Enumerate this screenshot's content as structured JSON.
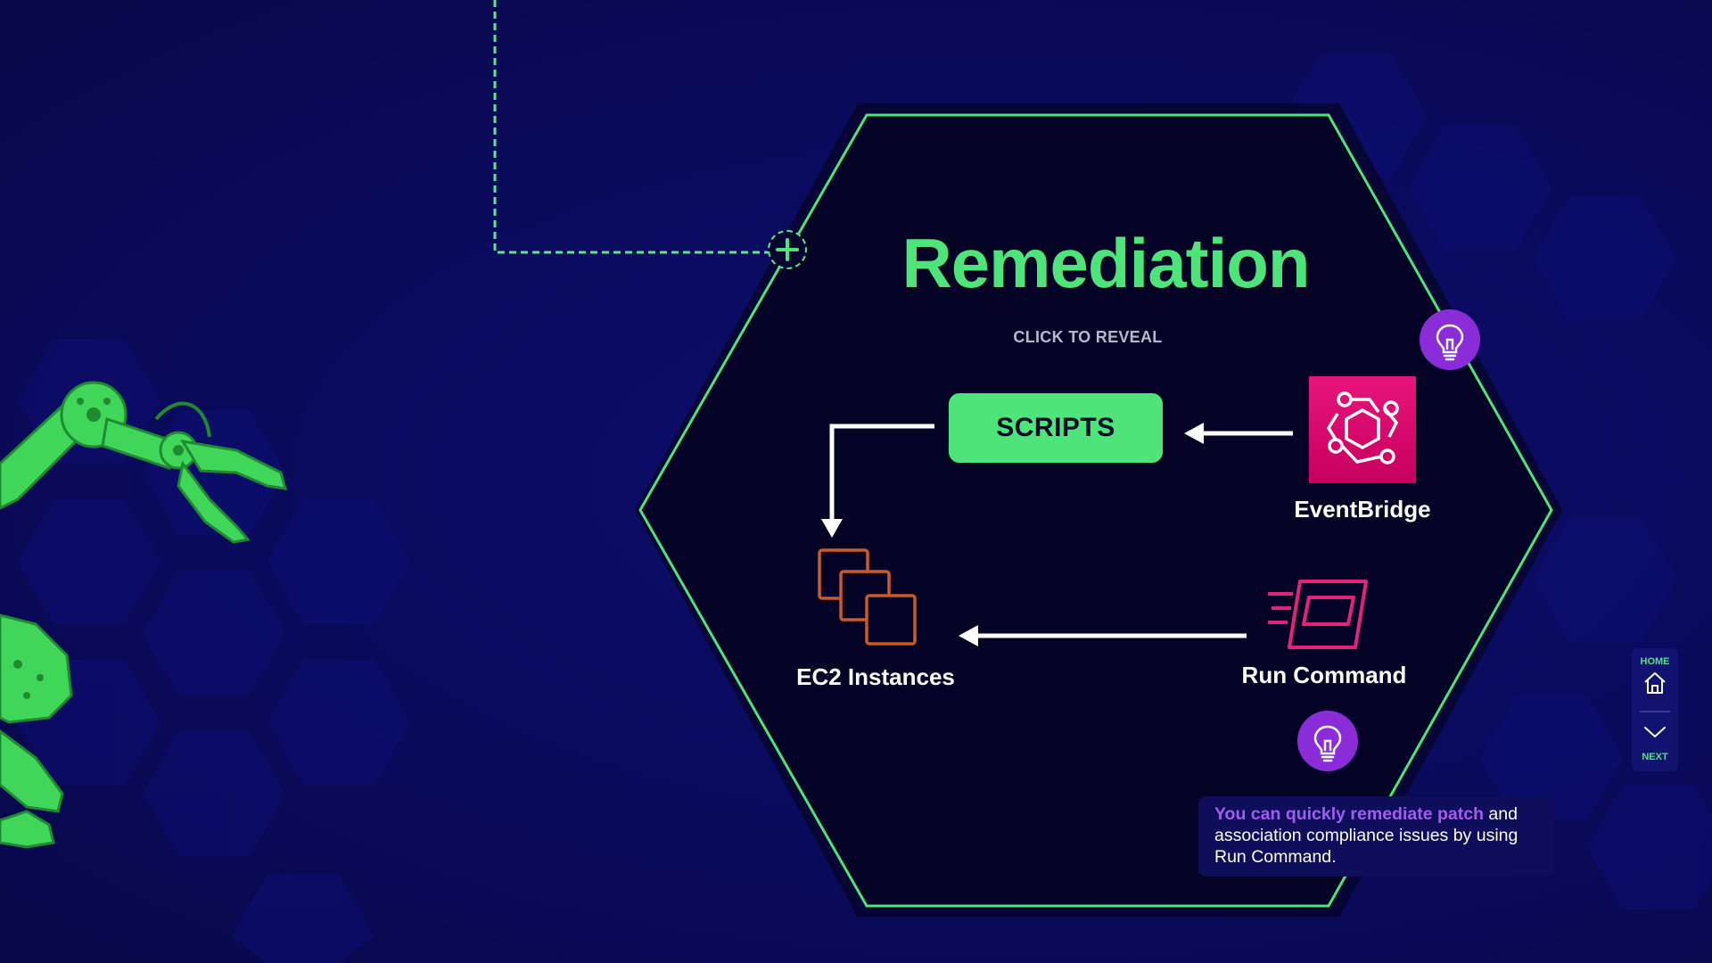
{
  "slide": {
    "title": "Remediation",
    "subtitle": "CLICK TO REVEAL"
  },
  "scripts_button": {
    "label": "SCRIPTS"
  },
  "services": {
    "eventbridge": {
      "label": "EventBridge",
      "icon": "eventbridge-icon"
    },
    "ec2": {
      "label": "EC2 Instances",
      "icon": "ec2-instances-icon"
    },
    "run_command": {
      "label": "Run Command",
      "icon": "run-command-icon"
    }
  },
  "tooltip": {
    "highlight": "You can quickly remediate patch",
    "body": "and association compliance issues by using Run Command."
  },
  "nav": {
    "home_label": "HOME",
    "next_label": "NEXT"
  },
  "colors": {
    "background": "#0a0a5c",
    "accent_green": "#4ee47a",
    "hint_purple": "#8b2cd9",
    "eventbridge_pink": "#e7157b",
    "ec2_orange": "#c85a28",
    "run_command_pink": "#e0247a",
    "tooltip_highlight": "#a35cf0"
  }
}
